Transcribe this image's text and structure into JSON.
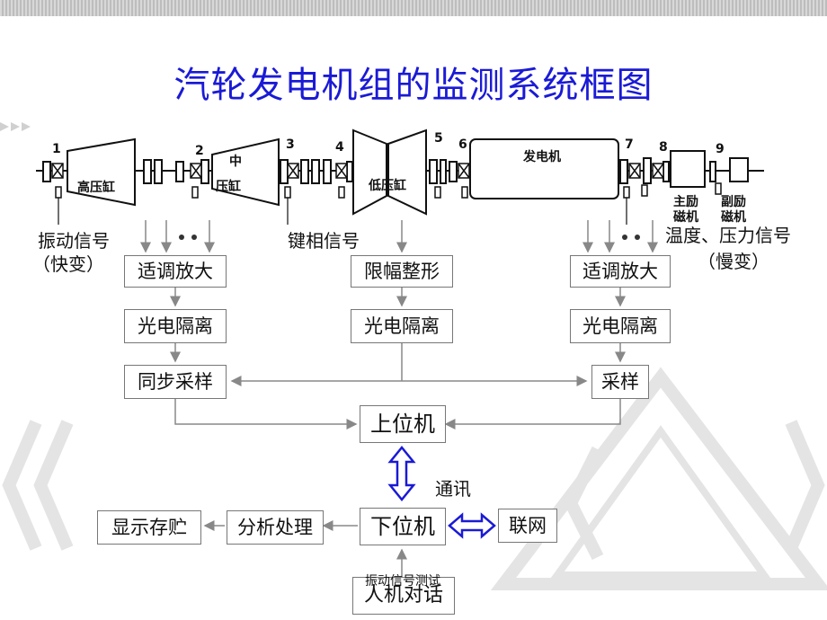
{
  "title": "汽轮发电机组的监测系统框图",
  "machine": {
    "numbers": [
      "1",
      "2",
      "3",
      "4",
      "5",
      "6",
      "7",
      "8",
      "9"
    ],
    "hp_cylinder": "高压缸",
    "ip_top": "中",
    "ip_bottom": "压缸",
    "lp_cylinder": "低压缸",
    "generator": "发电机",
    "main_exciter_1": "主励",
    "main_exciter_2": "磁机",
    "aux_exciter_1": "副励",
    "aux_exciter_2": "磁机"
  },
  "labels": {
    "vibration_signal": "振动信号",
    "fast_change": "（快变）",
    "keyphase_signal": "键相信号",
    "temp_pressure_signal": "温度、压力信号",
    "slow_change": "（慢变）",
    "comm": "通讯"
  },
  "boxes": {
    "cond_amp_left": "适调放大",
    "limit_shape": "限幅整形",
    "cond_amp_right": "适调放大",
    "opto_left": "光电隔离",
    "opto_mid": "光电隔离",
    "opto_right": "光电隔离",
    "sync_sample": "同步采样",
    "sample": "采样",
    "host": "上位机",
    "slave": "下位机",
    "network": "联网",
    "analysis": "分析处理",
    "display_store": "显示存贮",
    "hmi": "人机对话"
  },
  "footer": "振动信号测试",
  "colors": {
    "title": "#1a1ad6",
    "arrow_blue": "#1a1ad6",
    "line": "#888888"
  }
}
